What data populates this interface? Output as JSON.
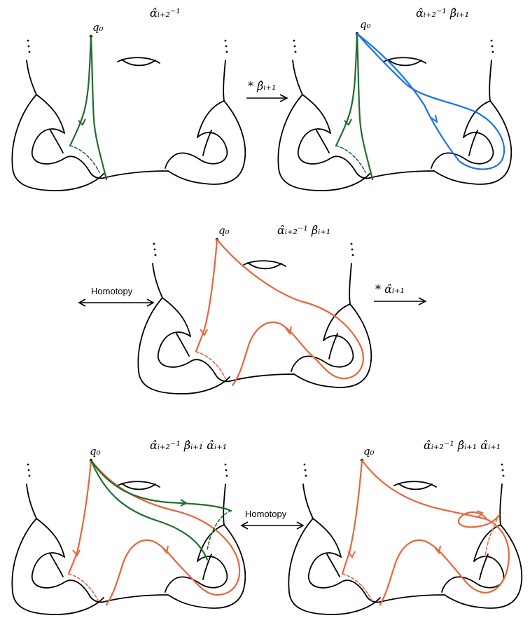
{
  "colors": {
    "green": "#1f6e2e",
    "blue": "#1a73e8",
    "orange": "#e8643c",
    "ink": "#000000"
  },
  "panels": [
    {
      "id": "p1",
      "basepoint": "q₀",
      "word": "α̂ᵢ₊₂⁻¹"
    },
    {
      "id": "p2",
      "basepoint": "q₀",
      "word": "α̂ᵢ₊₂⁻¹ β̂ᵢ₊₁"
    },
    {
      "id": "p3",
      "basepoint": "q₀",
      "word": "α̂ᵢ₊₂⁻¹ β̂ᵢ₊₁"
    },
    {
      "id": "p4",
      "basepoint": "q₀",
      "word": "α̂ᵢ₊₂⁻¹ β̂ᵢ₊₁ α̂ᵢ₊₁"
    },
    {
      "id": "p5",
      "basepoint": "q₀",
      "word": "α̂ᵢ₊₂⁻¹ β̂ᵢ₊₁ α̂ᵢ₊₁"
    }
  ],
  "arrows": {
    "star_beta": "* β̂ᵢ₊₁",
    "star_alpha": "* α̂ᵢ₊₁",
    "homotopy_left": "Homotopy",
    "homotopy_bottom": "Homotopy"
  }
}
